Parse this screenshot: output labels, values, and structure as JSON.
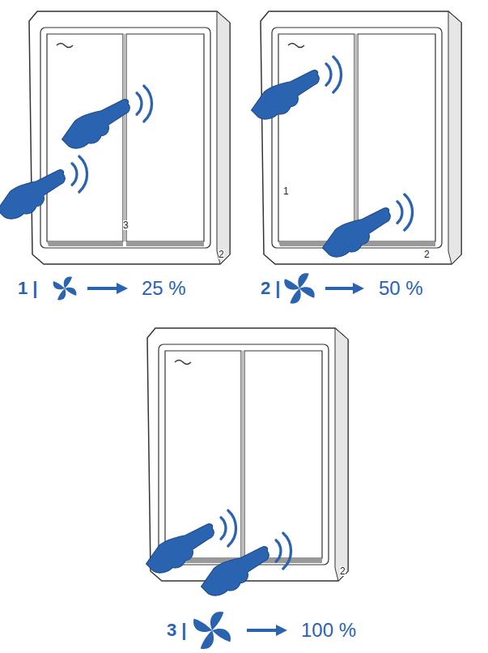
{
  "diagram": {
    "labels": [
      "3",
      "2",
      "1",
      "2",
      "2",
      "1 |",
      "25 %",
      "2 |",
      "50 %",
      "3 |",
      "100 %"
    ]
  }
}
